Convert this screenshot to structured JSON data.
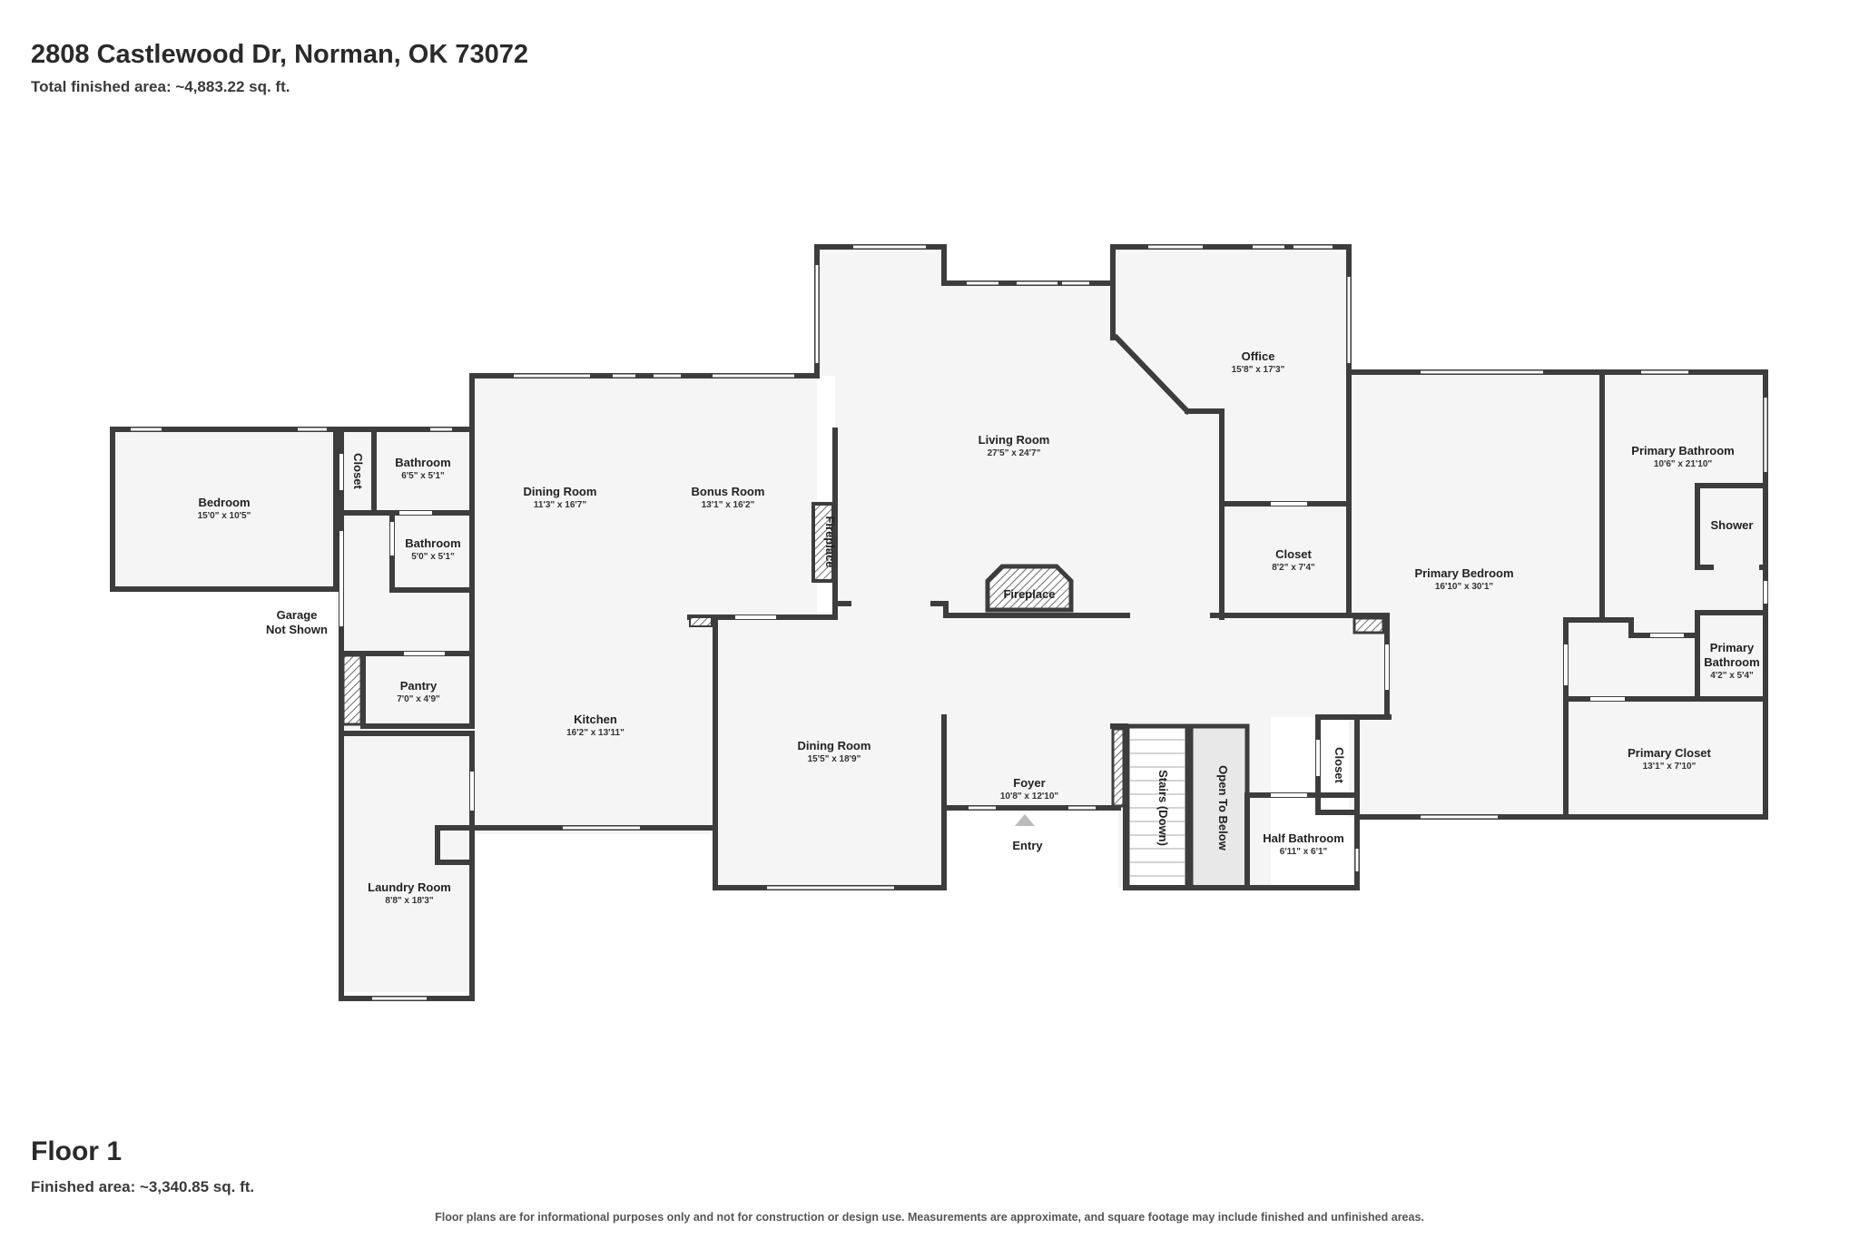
{
  "header": {
    "address": "2808 Castlewood Dr, Norman, OK 73072",
    "total_area": "Total finished area: ~4,883.22 sq. ft."
  },
  "floor": {
    "title": "Floor 1",
    "area": "Finished area: ~3,340.85 sq. ft."
  },
  "disclaimer": "Floor plans are for informational purposes only and not for construction or design use. Measurements are approximate, and square footage may include finished and unfinished areas.",
  "colors": {
    "wall": "#3d3d3d",
    "floor_fill": "#f5f5f5",
    "window": "#9a9a9a",
    "stair_fill": "#ffffff",
    "open_below": "#e8e8e8"
  },
  "rooms": {
    "bedroom": {
      "name": "Bedroom",
      "dim": "15'0\" x 10'5\""
    },
    "closet_left": {
      "name": "Closet"
    },
    "bathroom_top": {
      "name": "Bathroom",
      "dim": "6'5\" x 5'1\""
    },
    "bathroom_small": {
      "name": "Bathroom",
      "dim": "5'0\" x 5'1\""
    },
    "garage": {
      "line1": "Garage",
      "line2": "Not Shown"
    },
    "pantry": {
      "name": "Pantry",
      "dim": "7'0\" x 4'9\""
    },
    "laundry": {
      "name": "Laundry Room",
      "dim": "8'8\" x 18'3\""
    },
    "dining1": {
      "name": "Dining Room",
      "dim": "11'3\" x 16'7\""
    },
    "bonus": {
      "name": "Bonus Room",
      "dim": "13'1\" x 16'2\""
    },
    "kitchen": {
      "name": "Kitchen",
      "dim": "16'2\" x 13'11\""
    },
    "fireplace_side": {
      "name": "Fireplace"
    },
    "living": {
      "name": "Living Room",
      "dim": "27'5\" x 24'7\""
    },
    "fireplace_center": {
      "name": "Fireplace"
    },
    "dining2": {
      "name": "Dining Room",
      "dim": "15'5\" x 18'9\""
    },
    "foyer": {
      "name": "Foyer",
      "dim": "10'8\" x 12'10\""
    },
    "entry": {
      "name": "Entry"
    },
    "stairs": {
      "name": "Stairs (Down)"
    },
    "open_below": {
      "name": "Open To Below"
    },
    "office": {
      "name": "Office",
      "dim": "15'8\" x 17'3\""
    },
    "closet_mid": {
      "name": "Closet",
      "dim": "8'2\" x 7'4\""
    },
    "closet_vert": {
      "name": "Closet"
    },
    "half_bath": {
      "name": "Half Bathroom",
      "dim": "6'11\" x 6'1\""
    },
    "primary_bedroom": {
      "name": "Primary Bedroom",
      "dim": "16'10\" x 30'1\""
    },
    "primary_bathroom": {
      "name": "Primary Bathroom",
      "dim": "10'6\" x 21'10\""
    },
    "shower": {
      "name": "Shower"
    },
    "primary_bathroom_small": {
      "line1": "Primary",
      "line2": "Bathroom",
      "dim": "4'2\" x 5'4\""
    },
    "primary_closet": {
      "name": "Primary Closet",
      "dim": "13'1\" x 7'10\""
    }
  }
}
